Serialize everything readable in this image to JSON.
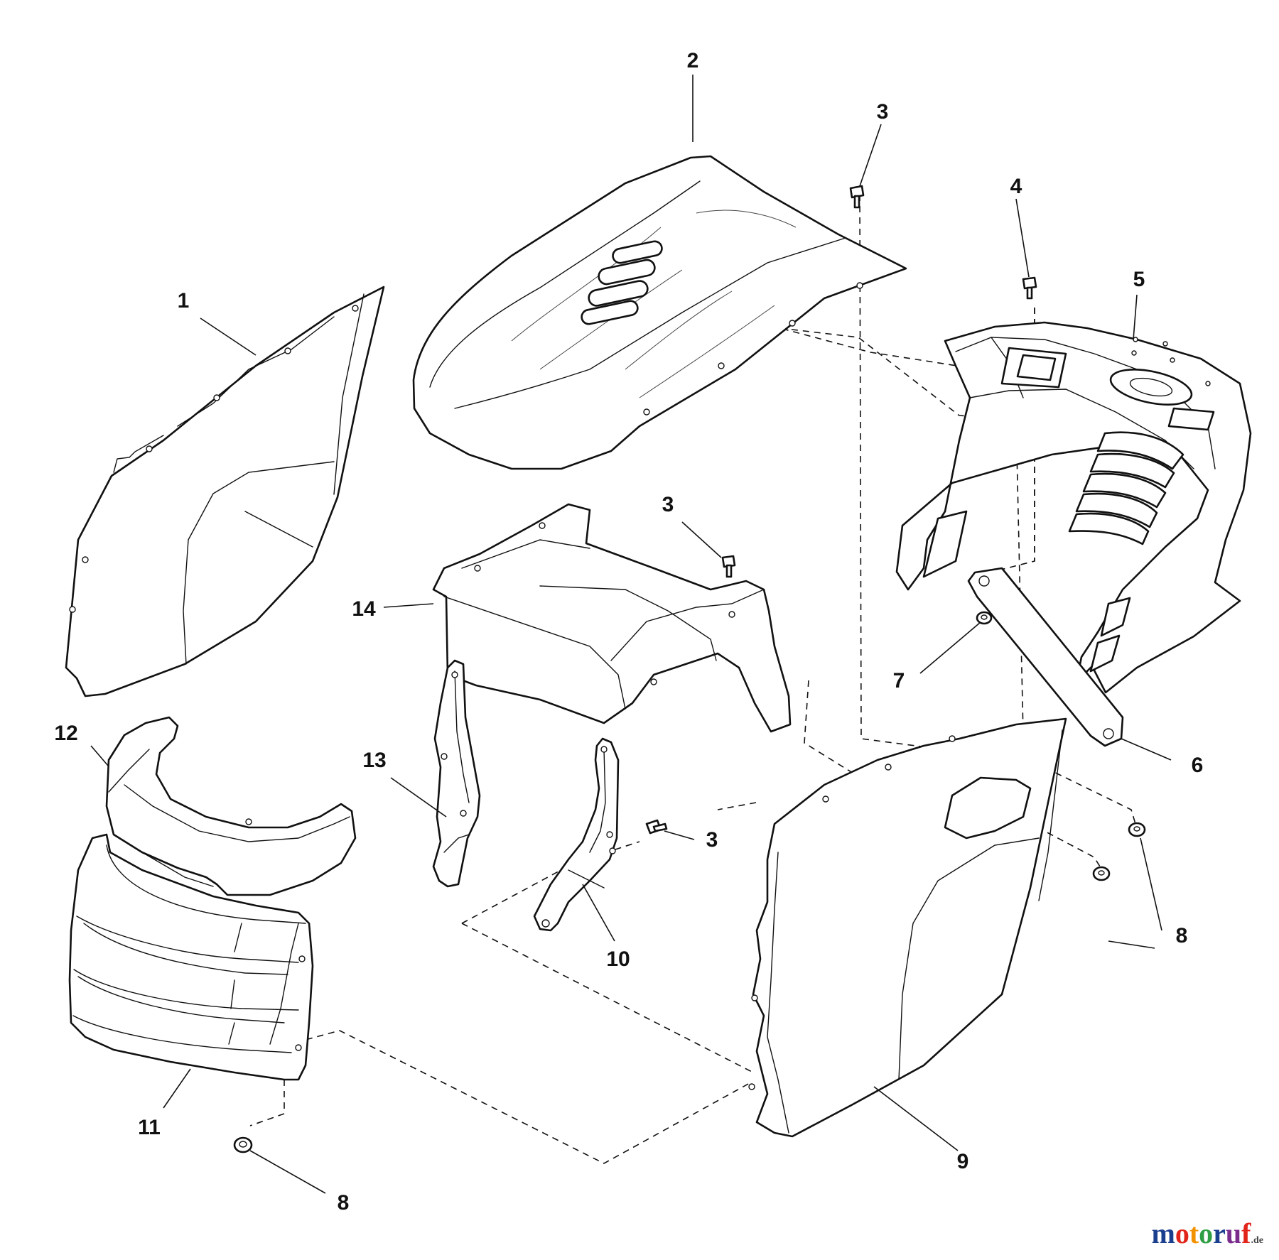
{
  "callouts": [
    "1",
    "2",
    "3",
    "3",
    "3",
    "4",
    "5",
    "6",
    "7",
    "8",
    "8",
    "9",
    "10",
    "11",
    "12",
    "13",
    "14"
  ],
  "watermark": {
    "text": "motoruf",
    "tld": ".de",
    "colors": [
      "#1a3f8f",
      "#e1251b",
      "#f39200",
      "#2f9e44",
      "#1a3f8f",
      "#7b2d8e",
      "#e1251b"
    ]
  }
}
